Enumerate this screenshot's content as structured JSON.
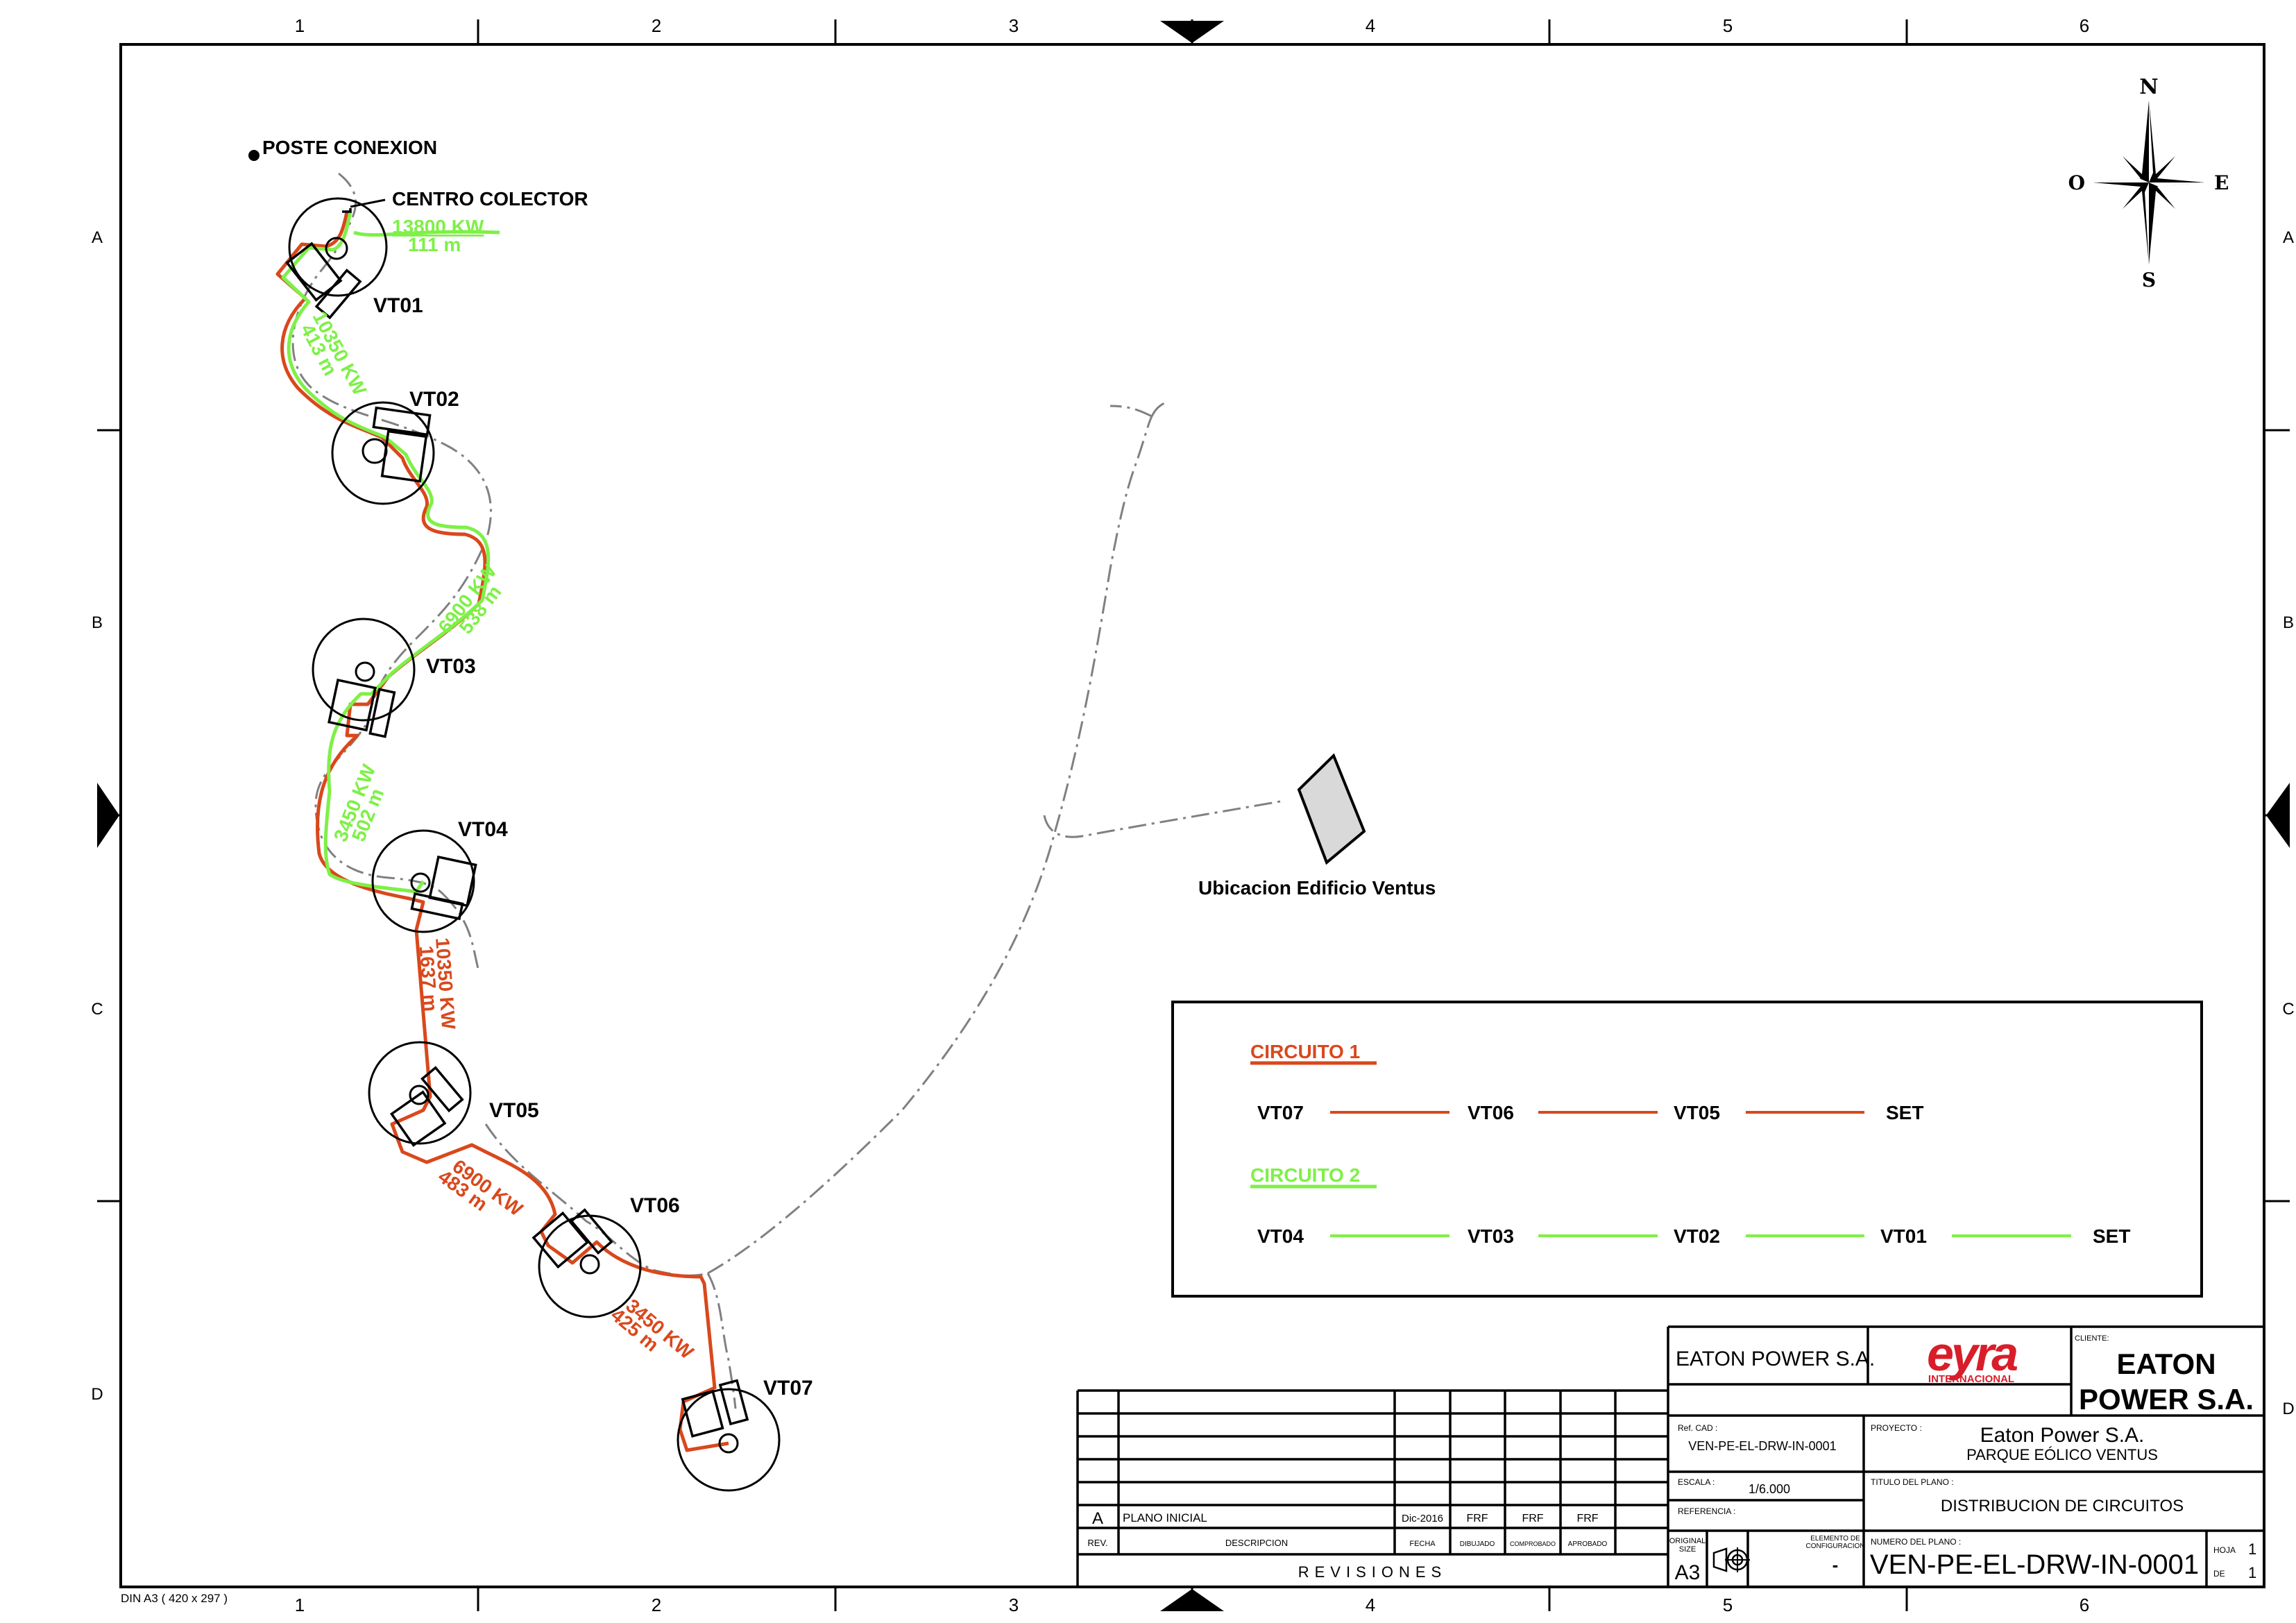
{
  "border": {
    "columns": [
      "1",
      "2",
      "3",
      "4",
      "5",
      "6"
    ],
    "rows": [
      "A",
      "B",
      "C",
      "D"
    ],
    "paper_size_note": "DIN A3 ( 420 x 297 )"
  },
  "map": {
    "poste_label": "POSTE CONEXION",
    "centro_label": "CENTRO COLECTOR",
    "building_label": "Ubicacion Edificio Ventus",
    "turbines": [
      "VT01",
      "VT02",
      "VT03",
      "VT04",
      "VT05",
      "VT06",
      "VT07"
    ],
    "segments": [
      {
        "circuit": 2,
        "from": "VT01",
        "to": "CENTRO COLECTOR",
        "power": "13800 KW",
        "length": "111 m"
      },
      {
        "circuit": 2,
        "from": "VT02",
        "to": "VT01",
        "power": "10350 KW",
        "length": "413 m"
      },
      {
        "circuit": 2,
        "from": "VT03",
        "to": "VT02",
        "power": "6900 KW",
        "length": "538 m"
      },
      {
        "circuit": 2,
        "from": "VT04",
        "to": "VT03",
        "power": "3450 KW",
        "length": "502 m"
      },
      {
        "circuit": 1,
        "from": "VT05",
        "to": "CENTRO COLECTOR",
        "power": "10350 KW",
        "length": "1637 m"
      },
      {
        "circuit": 1,
        "from": "VT06",
        "to": "VT05",
        "power": "6900 KW",
        "length": "483 m"
      },
      {
        "circuit": 1,
        "from": "VT07",
        "to": "VT06",
        "power": "3450 KW",
        "length": "425 m"
      }
    ],
    "compass": {
      "n": "N",
      "s": "S",
      "e": "E",
      "w": "O"
    }
  },
  "legend": {
    "circuit1": {
      "title": "CIRCUITO 1",
      "color": "#d9481c",
      "nodes": [
        "VT07",
        "VT06",
        "VT05",
        "SET"
      ]
    },
    "circuit2": {
      "title": "CIRCUITO 2",
      "color": "#7ef047",
      "nodes": [
        "VT04",
        "VT03",
        "VT02",
        "VT01",
        "SET"
      ]
    }
  },
  "revisions": {
    "title": "REVISIONES",
    "headers": [
      "REV.",
      "DESCRIPCION",
      "FECHA",
      "DIBUJADO",
      "COMPROBADO",
      "APROBADO"
    ],
    "rows": [
      {
        "rev": "A",
        "descripcion": "PLANO INICIAL",
        "fecha": "Dic-2016",
        "dibujado": "FRF",
        "comprobado": "FRF",
        "aprobado": "FRF"
      }
    ]
  },
  "title_block": {
    "company": "EATON POWER S.A.",
    "logo_main": "eyra",
    "logo_sub": "INTERNACIONAL",
    "logo_color": "#d81e2a",
    "cliente_label": "CLIENTE:",
    "cliente_line1": "EATON",
    "cliente_line2": "POWER S.A.",
    "ref_cad_label": "Ref. CAD :",
    "ref_cad": "VEN-PE-EL-DRW-IN-0001",
    "proyecto_label": "PROYECTO :",
    "proyecto_line1": "Eaton Power S.A.",
    "proyecto_line2": "PARQUE EÓLICO VENTUS",
    "escala_label": "ESCALA :",
    "escala": "1/6.000",
    "referencia_label": "REFERENCIA :",
    "titulo_label": "TITULO DEL PLANO :",
    "titulo": "DISTRIBUCION DE CIRCUITOS",
    "original_size_label1": "ORIGINAL",
    "original_size_label2": "SIZE",
    "original_size": "A3",
    "elemento_label1": "ELEMENTO DE",
    "elemento_label2": "CONFIGURACION",
    "elemento": "-",
    "numero_label": "NUMERO DEL PLANO :",
    "numero": "VEN-PE-EL-DRW-IN-0001",
    "hoja_label": "HOJA",
    "hoja": "1",
    "de_label": "DE",
    "de": "1"
  }
}
